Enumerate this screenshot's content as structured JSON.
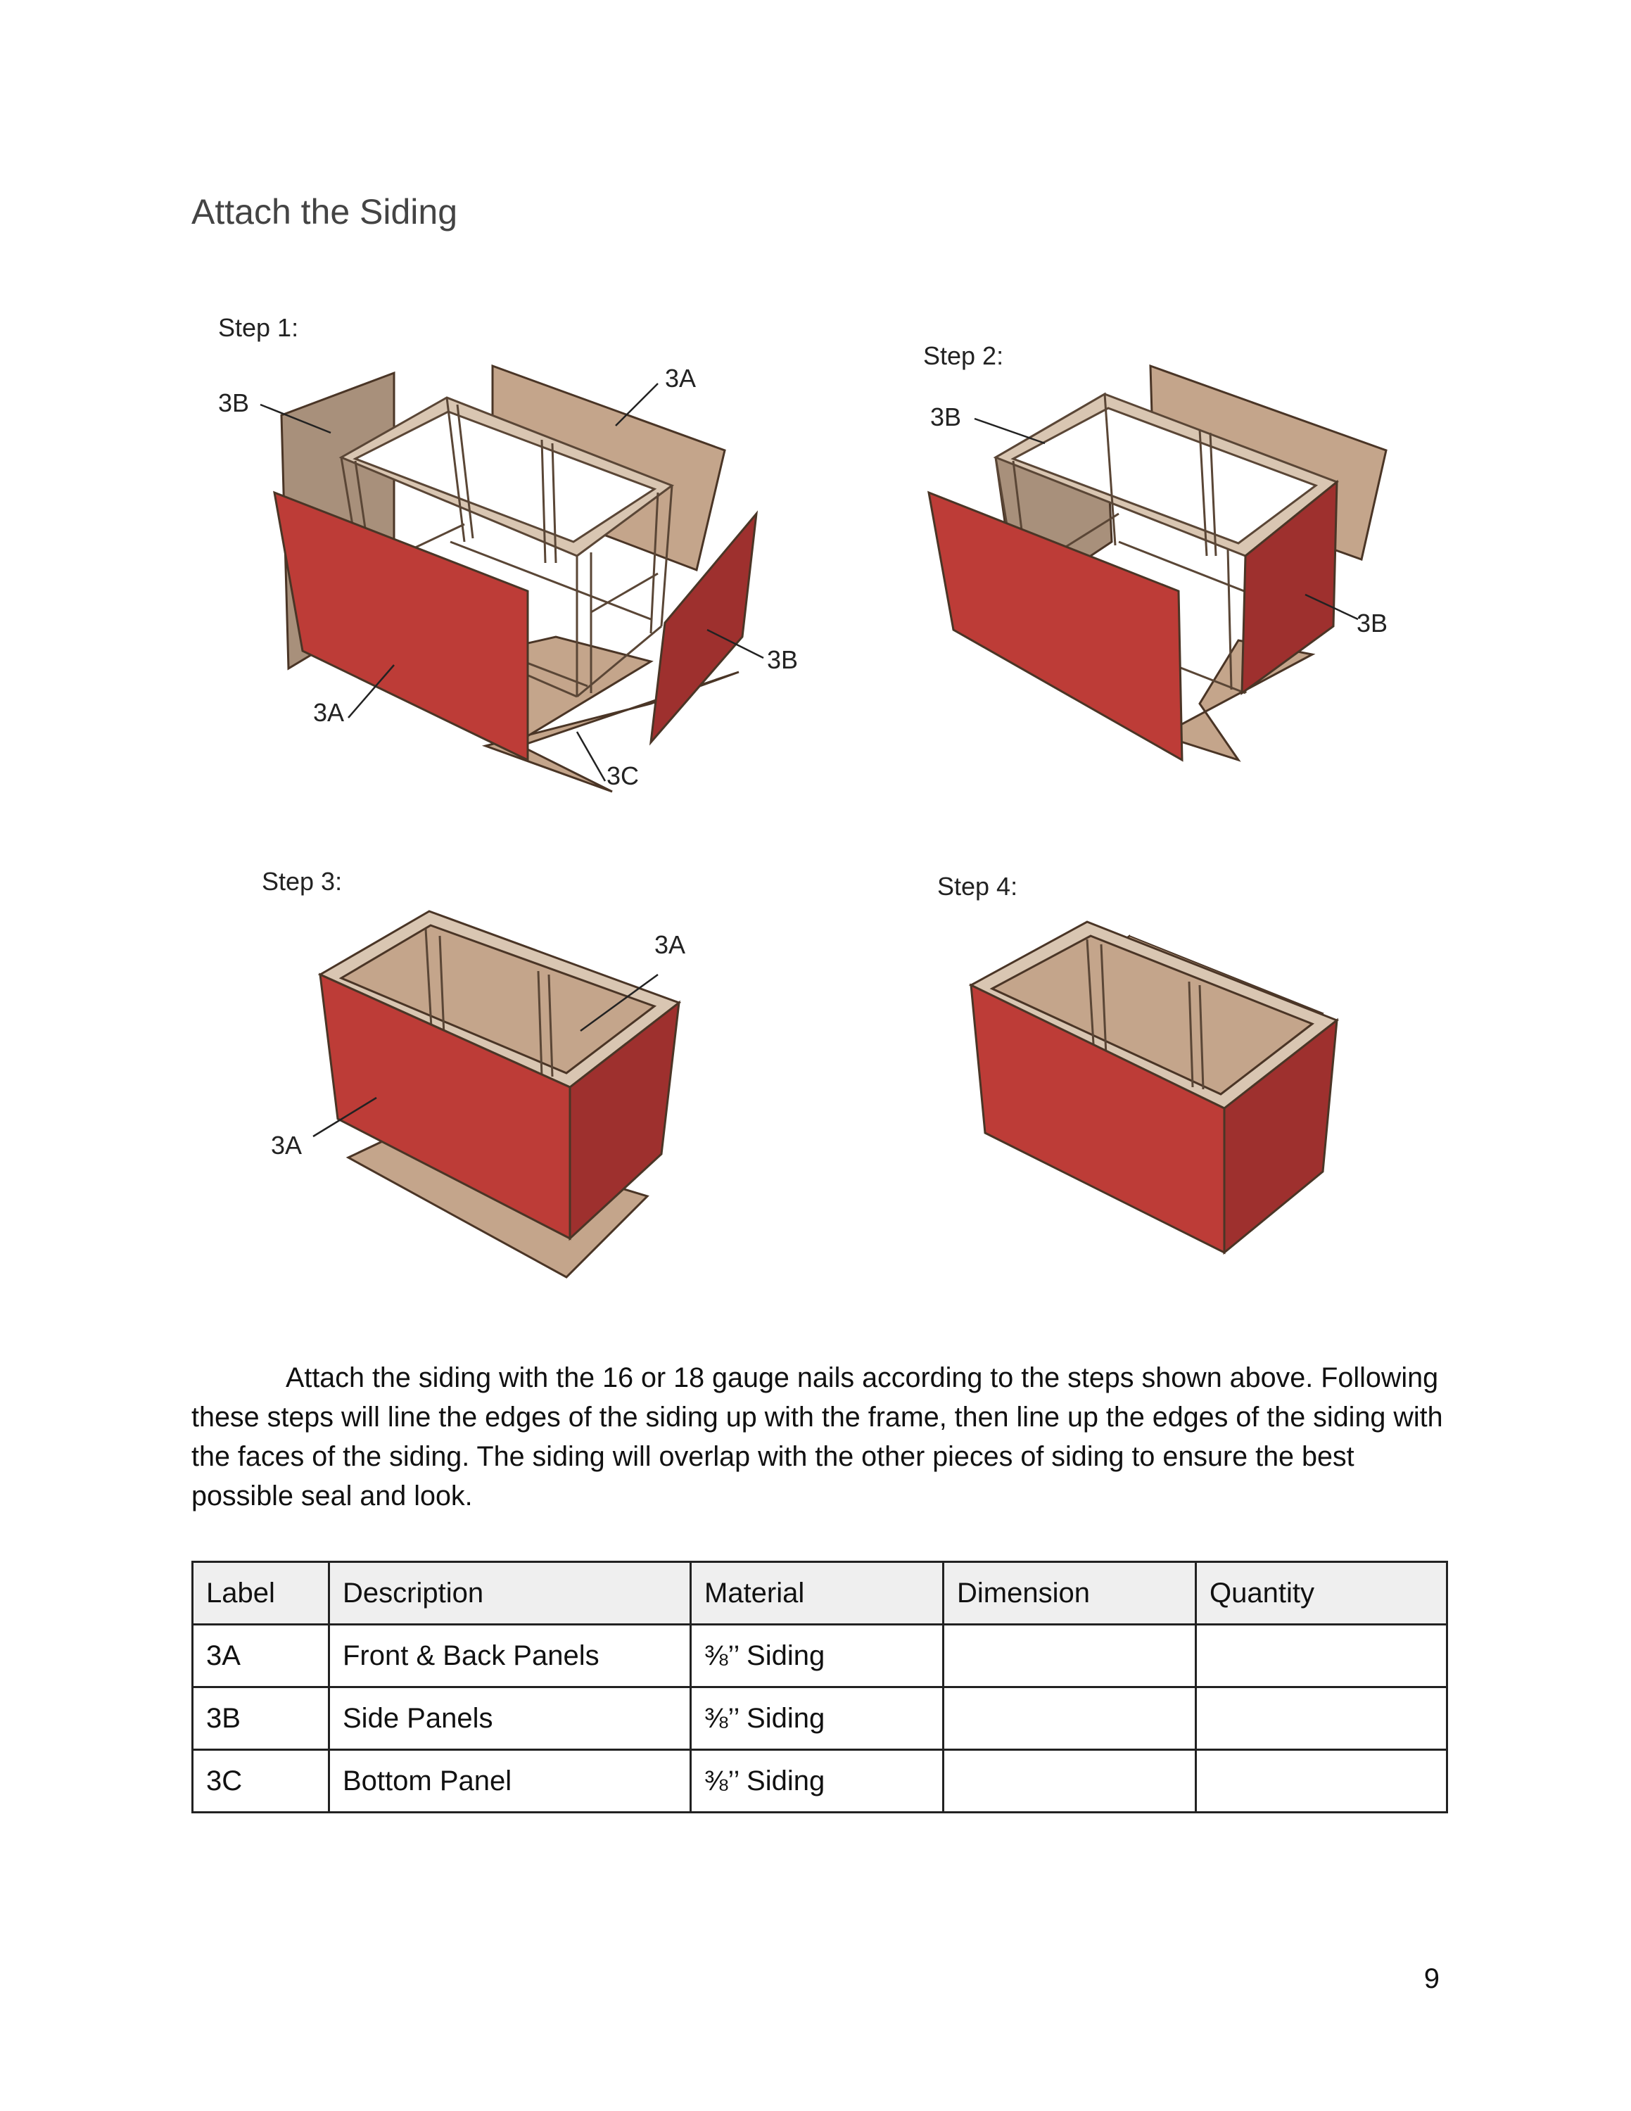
{
  "page": {
    "title": "Attach the Siding",
    "page_number": "9"
  },
  "steps": [
    {
      "label": "Step 1:",
      "callouts": [
        "3B",
        "3A",
        "3A",
        "3B",
        "3C"
      ]
    },
    {
      "label": "Step 2:",
      "callouts": [
        "3B",
        "3B"
      ]
    },
    {
      "label": "Step 3:",
      "callouts": [
        "3A",
        "3A"
      ]
    },
    {
      "label": "Step 4:",
      "callouts": []
    }
  ],
  "colors": {
    "siding_red": "#bd3c37",
    "siding_red_dark": "#9e302e",
    "wood_tan": "#c4a58b",
    "wood_tan_dark": "#a8907b",
    "frame": "#d9c6b2"
  },
  "paragraph": "Attach the siding with the 16 or 18 gauge nails according to the steps shown above. Following these steps will line the edges of the siding up with the frame, then line up the edges of the siding with the faces of the siding. The siding will overlap with the other pieces of siding to ensure the best possible seal and look.",
  "parts_table": {
    "headers": [
      "Label",
      "Description",
      "Material",
      "Dimension",
      "Quantity"
    ],
    "rows": [
      [
        "3A",
        "Front & Back Panels",
        "⅜’’ Siding",
        "",
        ""
      ],
      [
        "3B",
        "Side Panels",
        "⅜’’ Siding",
        "",
        ""
      ],
      [
        "3C",
        "Bottom Panel",
        "⅜’’ Siding",
        "",
        ""
      ]
    ]
  }
}
